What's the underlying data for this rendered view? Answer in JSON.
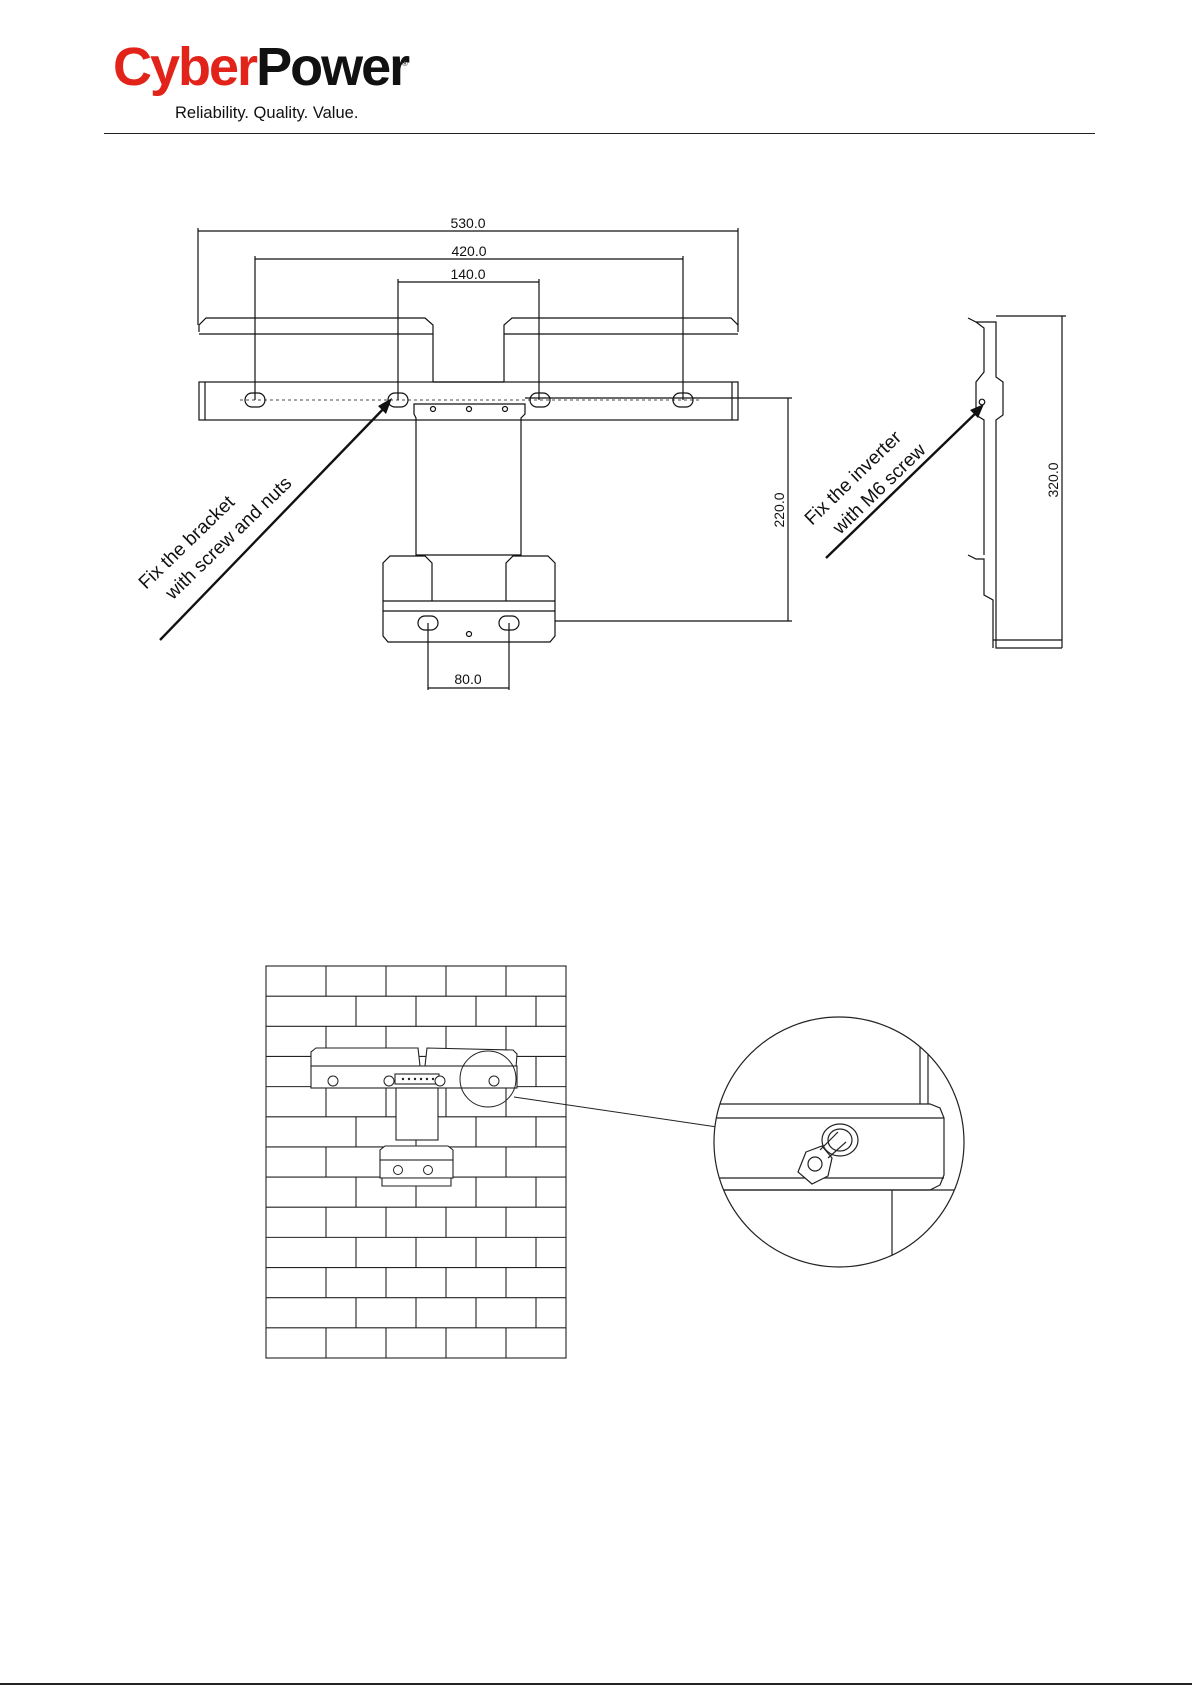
{
  "header": {
    "logo_part1": "Cyber",
    "logo_part2": "Power",
    "logo_mark": "®",
    "tagline": "Reliability. Quality. Value.",
    "brand_red": "#e2231a"
  },
  "drawing": {
    "dimensions": {
      "width_outer": "530.0",
      "width_holes": "420.0",
      "width_inner": "140.0",
      "height_mount": "220.0",
      "width_bottom": "80.0",
      "height_side": "320.0"
    },
    "callouts": {
      "bracket_line1": "Fix the bracket",
      "bracket_line2": "with screw and nuts",
      "inverter_line1": "Fix the inverter",
      "inverter_line2": "with M6 screw"
    }
  }
}
